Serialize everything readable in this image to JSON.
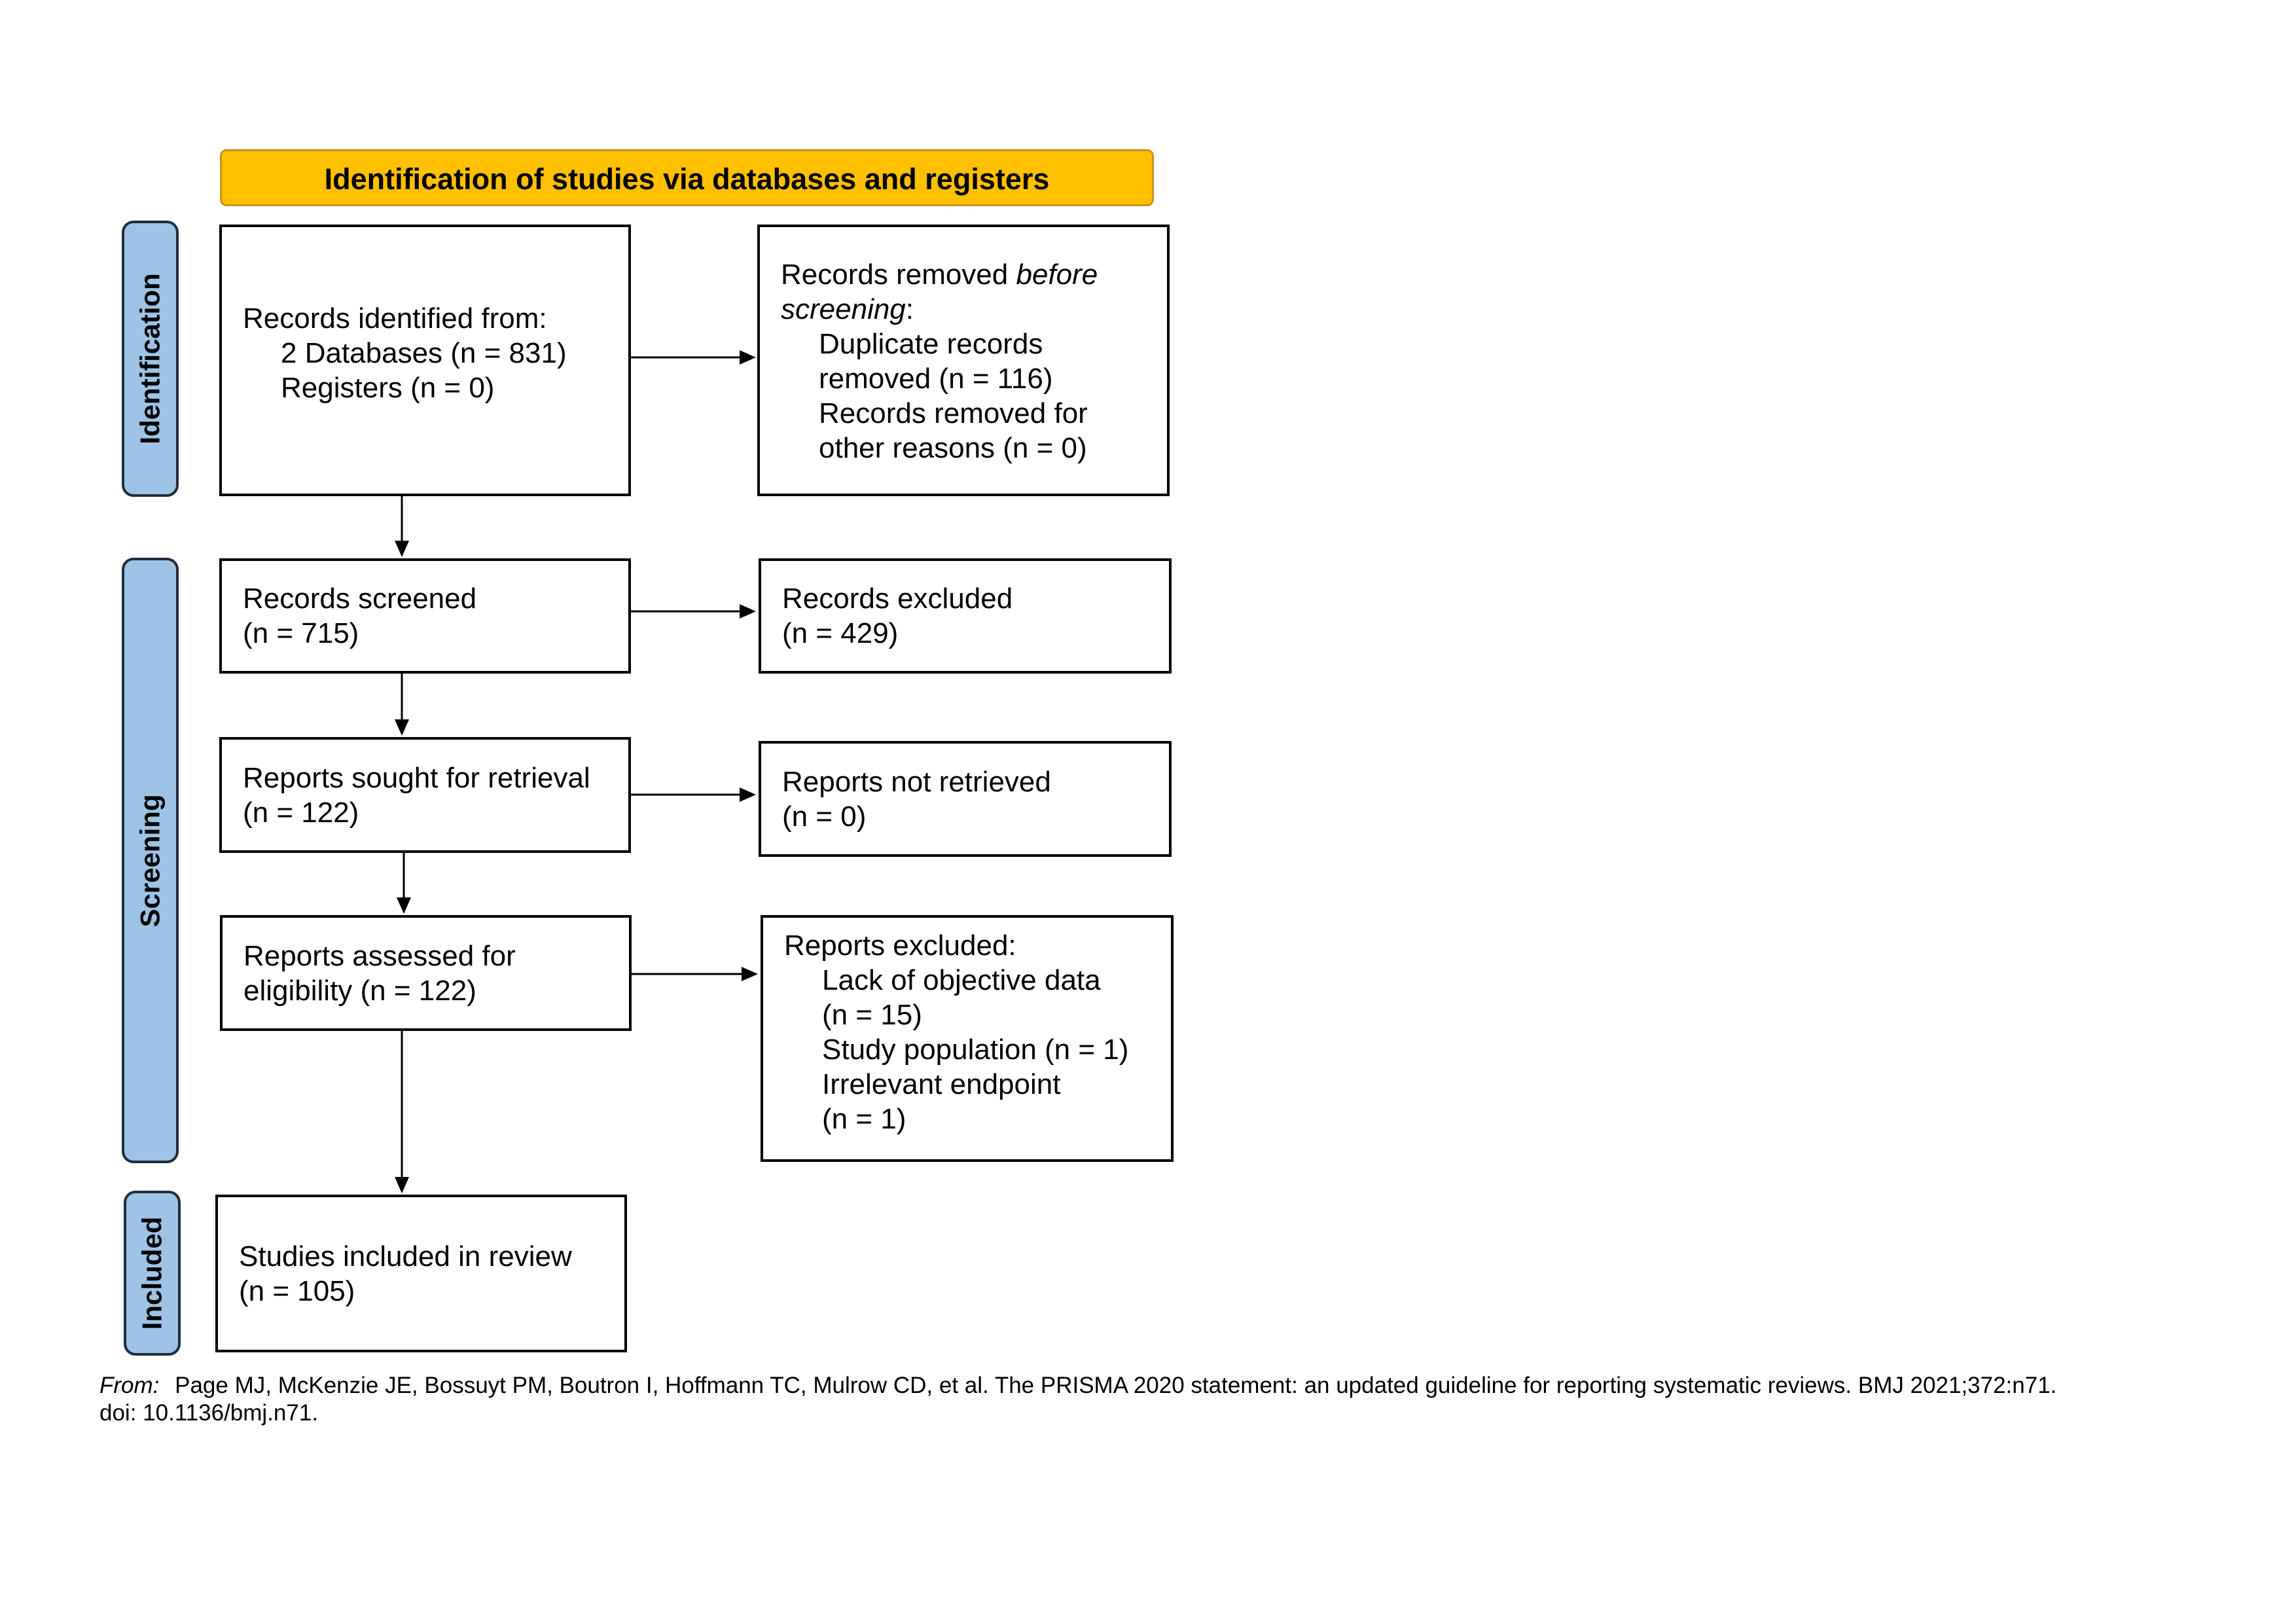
{
  "header": {
    "title": "Identification of studies via databases and registers"
  },
  "phases": {
    "identification": "Identification",
    "screening": "Screening",
    "included": "Included"
  },
  "boxes": {
    "identified": {
      "title": "Records identified from:",
      "databases": "2 Databases (n = 831)",
      "registers": "Registers (n = 0)"
    },
    "removed": {
      "title_plain": "Records removed ",
      "title_italic": "before",
      "title_italic_2": "screening",
      "title_colon": ":",
      "duplicate_1": "Duplicate records",
      "duplicate_2": "removed (n = 116)",
      "other_1": "Records removed for",
      "other_2": "other reasons (n = 0)"
    },
    "screened": {
      "label": "Records screened",
      "count": "(n = 715)"
    },
    "excluded": {
      "label": "Records excluded",
      "count": "(n = 429)"
    },
    "sought": {
      "label": "Reports sought for retrieval",
      "count": "(n = 122)"
    },
    "not_retrieved": {
      "label": "Reports not retrieved",
      "count": "(n = 0)"
    },
    "assessed": {
      "label_1": "Reports assessed for",
      "label_2": "eligibility (n = 122)"
    },
    "reports_excluded": {
      "title": "Reports excluded:",
      "reason_1a": "Lack of objective data",
      "reason_1b": "(n = 15)",
      "reason_2": "Study population (n = 1)",
      "reason_3a": "Irrelevant endpoint",
      "reason_3b": "(n = 1)"
    },
    "included": {
      "label": "Studies included in review",
      "count": "(n = 105)"
    }
  },
  "footer": {
    "from": "From:",
    "citation": "Page MJ, McKenzie JE, Bossuyt PM, Boutron I, Hoffmann TC, Mulrow CD, et al. The PRISMA 2020 statement: an updated guideline for reporting systematic reviews. BMJ 2021;372:n71.",
    "doi": "doi: 10.1136/bmj.n71."
  }
}
